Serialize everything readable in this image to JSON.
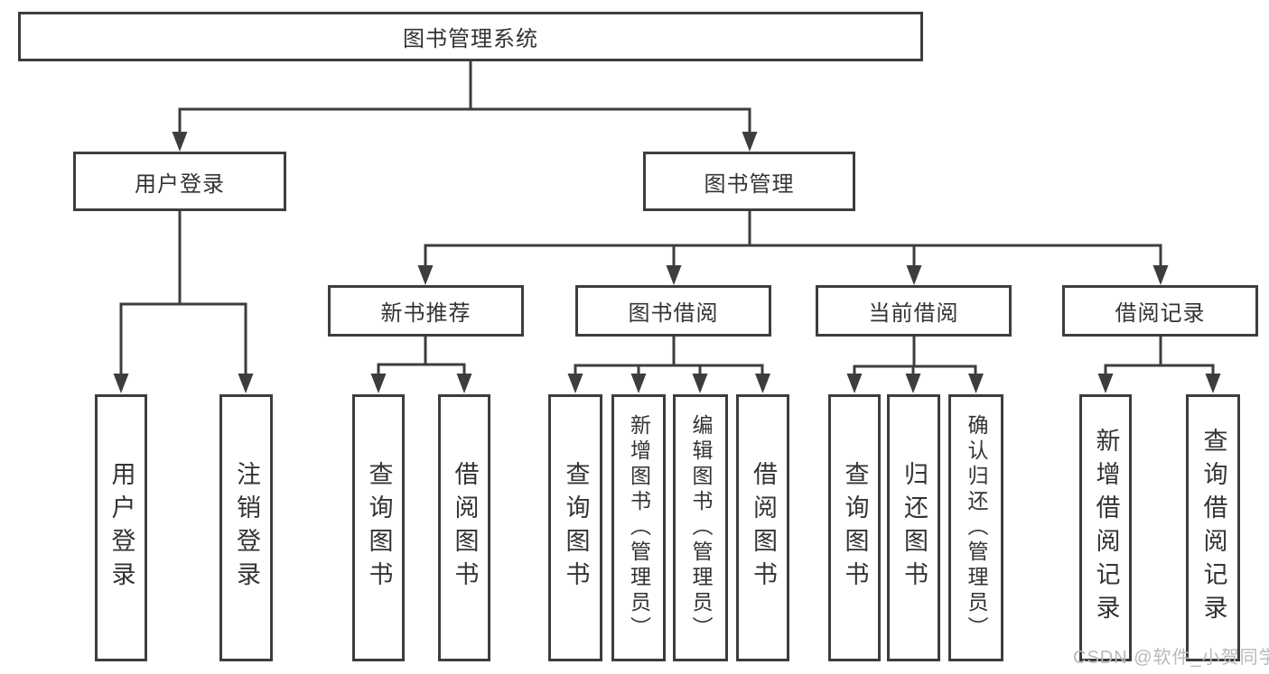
{
  "watermark": "CSDN @软件_小贺同学",
  "colors": {
    "line": "#3d3d3d",
    "node_border": "#3d3d3d",
    "text": "#333333",
    "background": "#ffffff",
    "watermark": "#b9b9b9"
  },
  "nodes": {
    "root": "图书管理系统",
    "level1": {
      "user_login": "用户登录",
      "book_mgmt": "图书管理"
    },
    "level2": {
      "new_books": "新书推荐",
      "book_borrow": "图书借阅",
      "current_borrow": "当前借阅",
      "borrow_records": "借阅记录"
    },
    "leaves": {
      "login": [
        "用户登录",
        "注销登录"
      ],
      "new_books": [
        "查询图书",
        "借阅图书"
      ],
      "book_borrow": [
        "查询图书",
        "新增图书（管理员）",
        "编辑图书（管理员）",
        "借阅图书"
      ],
      "current_borrow": [
        "查询图书",
        "归还图书",
        "确认归还（管理员）"
      ],
      "borrow_records": [
        "新增借阅记录",
        "查询借阅记录"
      ]
    }
  }
}
